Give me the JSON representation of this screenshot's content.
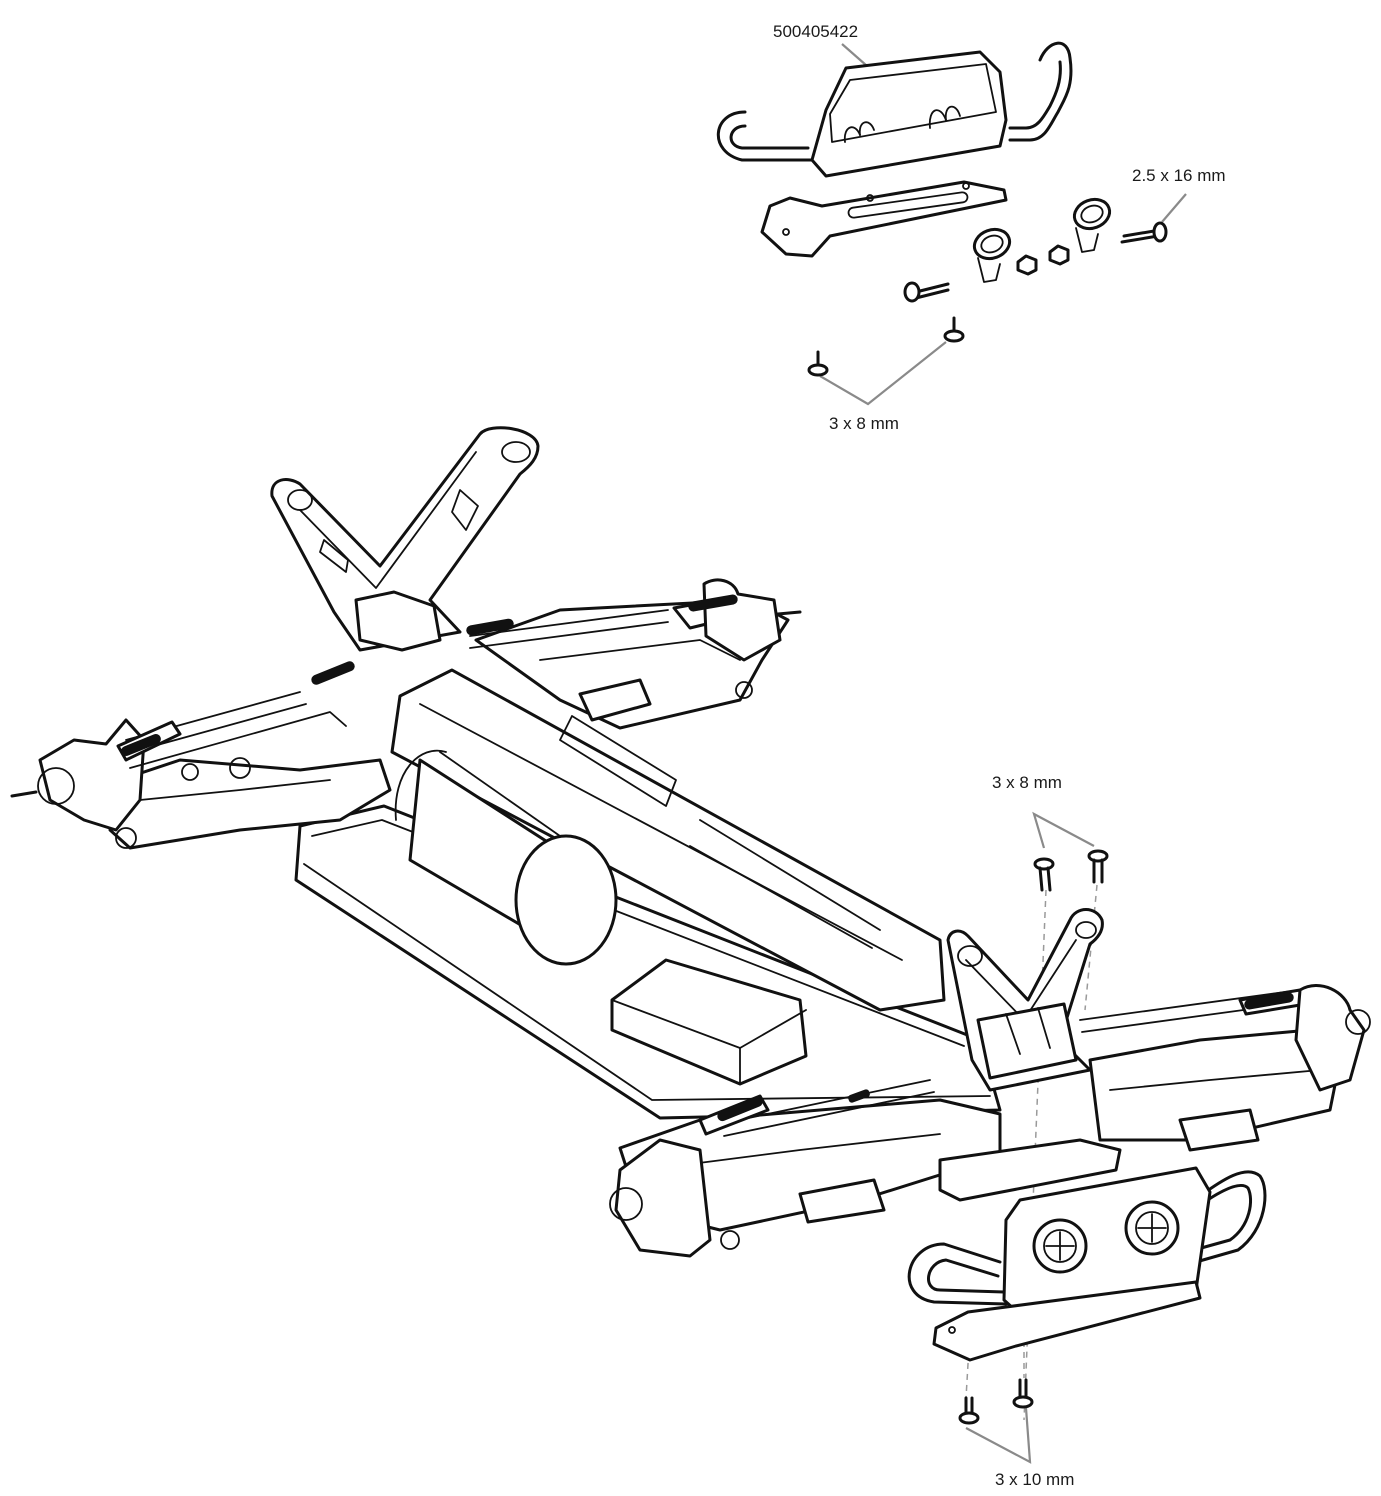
{
  "labels": {
    "bumper_part_number": "500405422",
    "bumper_screw_top": "2.5 x 16 mm",
    "bumper_mount_screws": "3 x 8 mm",
    "shock_tower_screws": "3 x 8 mm",
    "front_bumper_screws": "3 x 10 mm"
  },
  "colors": {
    "line_art": "#111111",
    "leader_line": "#8a8a8a",
    "background": "#ffffff"
  }
}
